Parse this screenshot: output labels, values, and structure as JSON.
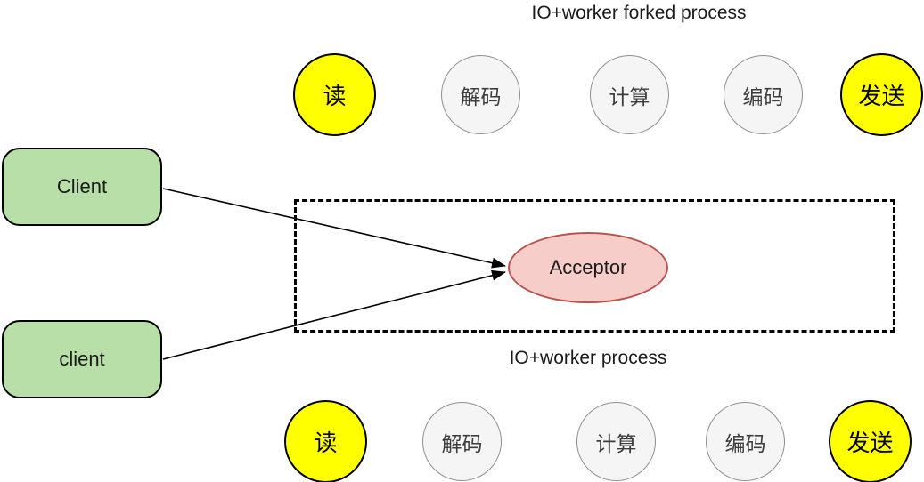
{
  "titles": {
    "forked_process": "IO+worker forked process",
    "process": "IO+worker process"
  },
  "clients": [
    {
      "label": "Client"
    },
    {
      "label": "client"
    }
  ],
  "acceptor": {
    "label": "Acceptor"
  },
  "stages_top": [
    {
      "label": "读",
      "type": "io"
    },
    {
      "label": "解码",
      "type": "worker"
    },
    {
      "label": "计算",
      "type": "worker"
    },
    {
      "label": "编码",
      "type": "worker"
    },
    {
      "label": "发送",
      "type": "io"
    }
  ],
  "stages_bottom": [
    {
      "label": "读",
      "type": "io"
    },
    {
      "label": "解码",
      "type": "worker"
    },
    {
      "label": "计算",
      "type": "worker"
    },
    {
      "label": "编码",
      "type": "worker"
    },
    {
      "label": "发送",
      "type": "io"
    }
  ],
  "colors": {
    "io_stage_fill": "#ffff00",
    "worker_stage_fill": "#f5f5f5",
    "worker_stage_stroke": "#8f8f8f",
    "client_fill": "#b9dfa9",
    "acceptor_fill": "#f6cdc9",
    "acceptor_stroke": "#b85450",
    "line_stroke": "#000000"
  }
}
